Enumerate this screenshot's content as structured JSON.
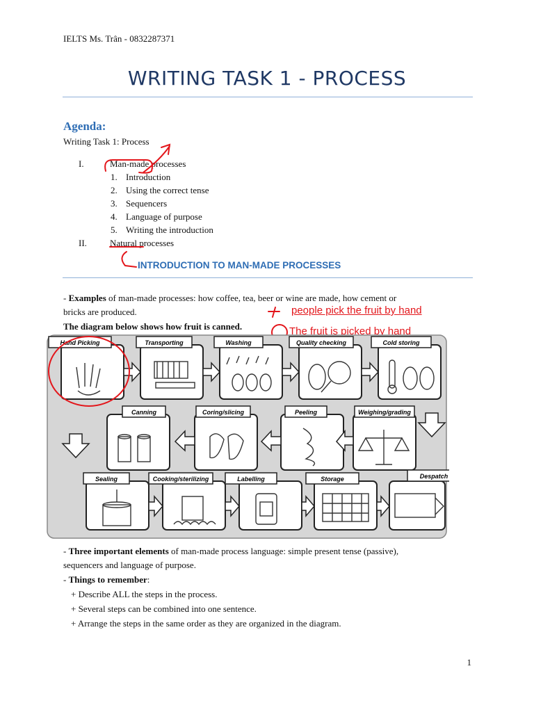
{
  "header": "IELTS Ms. Trân - 0832287371",
  "title": "WRITING TASK 1 - PROCESS",
  "agenda": {
    "heading": "Agenda:",
    "subtitle": "Writing Task 1: Process",
    "section1": {
      "num": "I.",
      "label": "Man-made processes"
    },
    "items": [
      {
        "num": "1.",
        "label": "Introduction"
      },
      {
        "num": "2.",
        "label": "Using the correct tense"
      },
      {
        "num": "3.",
        "label": "Sequencers"
      },
      {
        "num": "4.",
        "label": "Language of purpose"
      },
      {
        "num": "5.",
        "label": "Writing the introduction"
      }
    ],
    "section2": {
      "num": "II.",
      "label": "Natural processes"
    }
  },
  "intro_heading": "INTRODUCTION TO MAN-MADE PROCESSES",
  "examples": {
    "prefix": "- ",
    "bold": "Examples",
    "line1": " of man-made processes: how coffee, tea, beer or wine are made, how cement or",
    "line2": "bricks are produced."
  },
  "diagram_caption": "The diagram below shows how fruit is canned.",
  "annotations": {
    "note1": "people pick the fruit by hand",
    "note2": "The fruit is picked by hand"
  },
  "diagram": {
    "row1": [
      "Hand Picking",
      "Transporting",
      "Washing",
      "Quality checking",
      "Cold storing"
    ],
    "row2": [
      "Canning",
      "Coring/slicing",
      "Peeling",
      "Weighing/grading"
    ],
    "row3": [
      "Sealing",
      "Cooking/sterilizing",
      "Labelling",
      "Storage",
      "Despatch"
    ]
  },
  "elements": {
    "prefix": "- ",
    "bold": "Three important elements",
    "line1": " of man-made process language: simple present tense (passive),",
    "line2": "sequencers and language of purpose."
  },
  "remember": {
    "prefix": "- ",
    "bold": "Things to remember",
    "suffix": ":",
    "items": [
      "+ Describe ALL the steps in the process.",
      "+ Several steps can be combined into one sentence.",
      "+ Arrange the steps in the same order as they are organized in the diagram."
    ]
  },
  "page_number": "1"
}
